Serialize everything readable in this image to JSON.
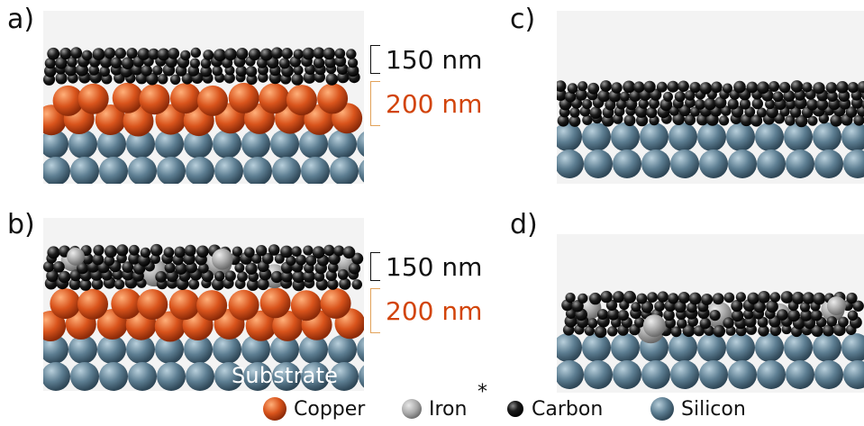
{
  "panels": {
    "a": {
      "label": "a)",
      "top_thickness": "150 nm",
      "copper_thickness": "200 nm"
    },
    "b": {
      "label": "b)",
      "top_thickness": "150 nm",
      "copper_thickness": "200 nm",
      "substrate_label": "Substrate"
    },
    "c": {
      "label": "c)"
    },
    "d": {
      "label": "d)"
    }
  },
  "legend": {
    "copper": "Copper",
    "iron": "Iron",
    "iron_mark": "*",
    "carbon": "Carbon",
    "silicon": "Silicon"
  },
  "colors": {
    "copper": "#d9541c",
    "iron": "#a9a9a9",
    "carbon": "#1c1c1c",
    "silicon": "#5d7e92",
    "label_orange": "#d2440a",
    "bracket_orange": "#e2a25a"
  }
}
